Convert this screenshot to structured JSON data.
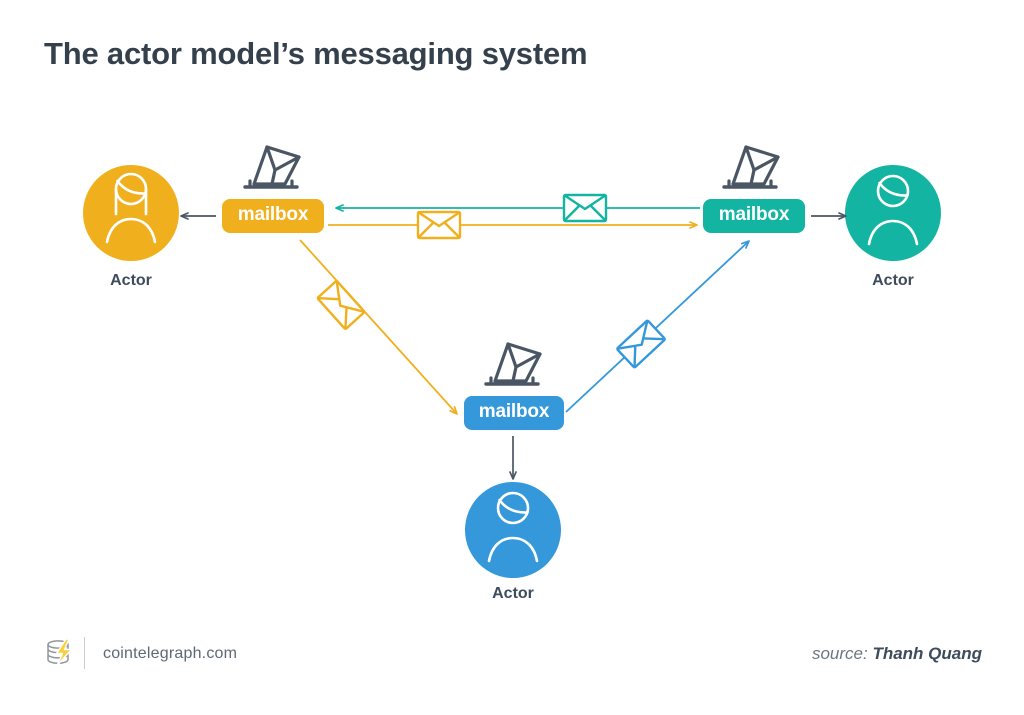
{
  "page": {
    "title": "The actor model’s messaging system",
    "background": "#ffffff"
  },
  "colors": {
    "orange": "#F0B01E",
    "teal": "#14B4A2",
    "blue": "#3498DB",
    "slate": "#3e4b5b",
    "title": "#35404d"
  },
  "nodes": {
    "left": {
      "actor_label": "Actor",
      "mailbox_label": "mailbox",
      "color": "#F0B01E",
      "actor_icon": "person-female-icon",
      "mailbox_icon": "mail-slot-icon"
    },
    "right": {
      "actor_label": "Actor",
      "mailbox_label": "mailbox",
      "color": "#14B4A2",
      "actor_icon": "person-icon",
      "mailbox_icon": "mail-slot-icon"
    },
    "bottom": {
      "actor_label": "Actor",
      "mailbox_label": "mailbox",
      "color": "#3498DB",
      "actor_icon": "person-icon",
      "mailbox_icon": "mail-slot-icon"
    }
  },
  "connections": [
    {
      "name": "left-mailbox-to-left-actor",
      "from": "mailbox-left",
      "to": "actor-left",
      "color": "#4a5663",
      "direction": "left",
      "envelope": false
    },
    {
      "name": "right-mailbox-to-right-actor",
      "from": "mailbox-right",
      "to": "actor-right",
      "color": "#4a5663",
      "direction": "right",
      "envelope": false
    },
    {
      "name": "bottom-mailbox-to-bottom-actor",
      "from": "mailbox-bottom",
      "to": "actor-bottom",
      "color": "#4a5663",
      "direction": "down",
      "envelope": false
    },
    {
      "name": "right-mailbox-to-left-mailbox",
      "from": "mailbox-right",
      "to": "mailbox-left",
      "color": "#14B4A2",
      "direction": "left",
      "envelope": true,
      "envelope_icon": "envelope-icon"
    },
    {
      "name": "left-mailbox-to-right-mailbox",
      "from": "mailbox-left",
      "to": "mailbox-right",
      "color": "#F0B01E",
      "direction": "right",
      "envelope": true,
      "envelope_icon": "envelope-icon"
    },
    {
      "name": "left-mailbox-to-bottom-mailbox",
      "from": "mailbox-left",
      "to": "mailbox-bottom",
      "color": "#F0B01E",
      "direction": "down-right",
      "envelope": true,
      "envelope_icon": "envelope-icon"
    },
    {
      "name": "bottom-mailbox-to-right-mailbox",
      "from": "mailbox-bottom",
      "to": "mailbox-right",
      "color": "#3498DB",
      "direction": "up-right",
      "envelope": true,
      "envelope_icon": "envelope-icon"
    }
  ],
  "footer": {
    "site": "cointelegraph.com",
    "logo_icon": "cointelegraph-logo-icon",
    "source_label": "source:",
    "source_name": "Thanh Quang"
  }
}
